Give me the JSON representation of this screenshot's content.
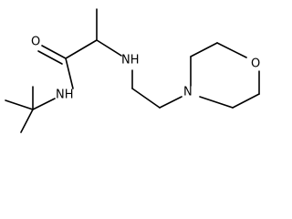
{
  "molecule": {
    "atoms": {
      "carbonyl_o": "O",
      "amide_n": "NH",
      "amine_n": "NH",
      "morpholine_n": "N",
      "morpholine_o": "O"
    }
  }
}
